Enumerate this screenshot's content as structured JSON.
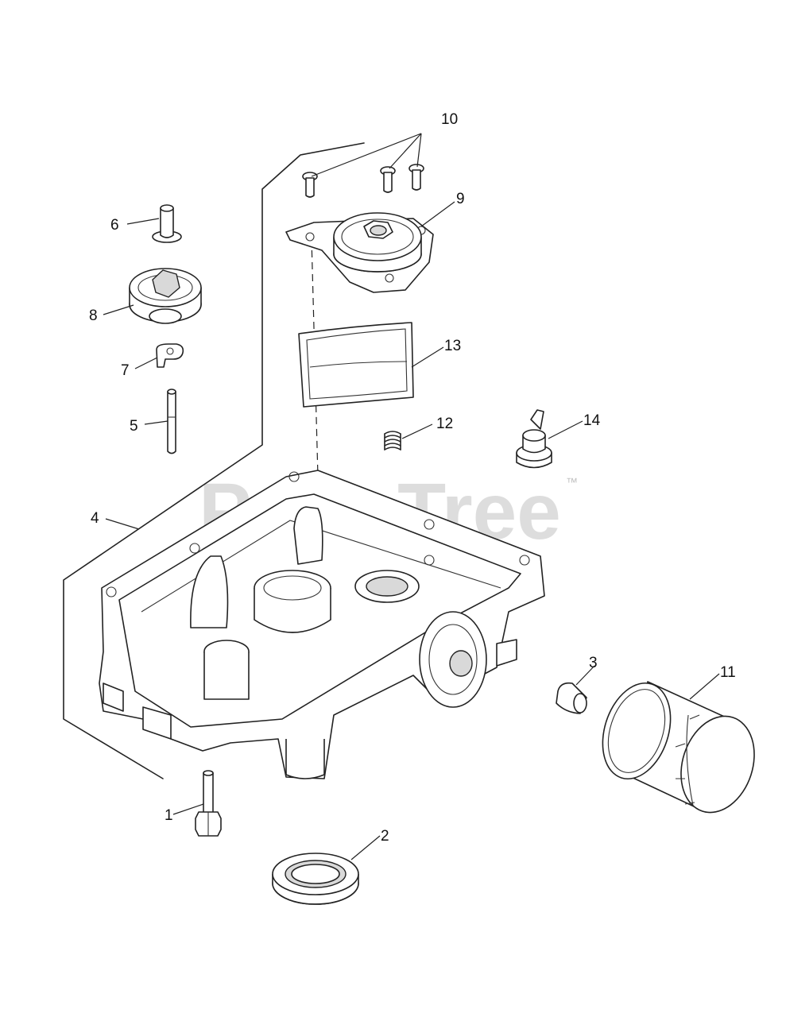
{
  "watermark": {
    "text": "PartsTree",
    "trademark": "™"
  },
  "callouts": [
    "1",
    "2",
    "3",
    "4",
    "5",
    "6",
    "7",
    "8",
    "9",
    "10",
    "11",
    "12",
    "13",
    "14"
  ]
}
